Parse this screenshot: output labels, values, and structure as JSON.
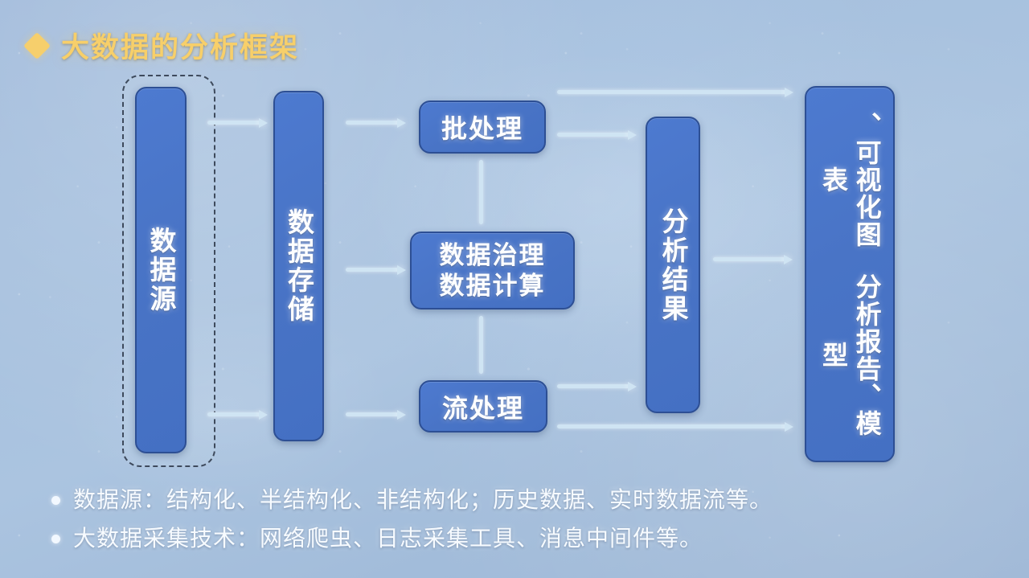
{
  "slide": {
    "title": "大数据的分析框架",
    "title_bullet_icon": "diamond-icon",
    "accent_gold": "#f7cf6a",
    "node_blue": "#4874c8",
    "background_blue": "#a6c0de",
    "connector_color": "#cfe4f3"
  },
  "diagram": {
    "group_label": "data-source-group",
    "nodes": [
      {
        "id": "data-source",
        "label": "数据源",
        "orientation": "vertical"
      },
      {
        "id": "data-storage",
        "label": "数据存储",
        "orientation": "vertical"
      },
      {
        "id": "batch-process",
        "label": "批处理",
        "orientation": "horizontal"
      },
      {
        "id": "data-govern",
        "line1": "数据治理",
        "line2": "数据计算",
        "orientation": "horizontal"
      },
      {
        "id": "stream-process",
        "label": "流处理",
        "orientation": "horizontal"
      },
      {
        "id": "analysis-result",
        "label": "分析结果",
        "orientation": "vertical"
      },
      {
        "id": "output",
        "col_right": "、可视化图表",
        "col_left": "分析报告、模型",
        "orientation": "vertical"
      }
    ]
  },
  "notes": {
    "bullets": [
      "数据源：结构化、半结构化、非结构化；历史数据、实时数据流等。",
      "大数据采集技术：网络爬虫、日志采集工具、消息中间件等。"
    ]
  }
}
